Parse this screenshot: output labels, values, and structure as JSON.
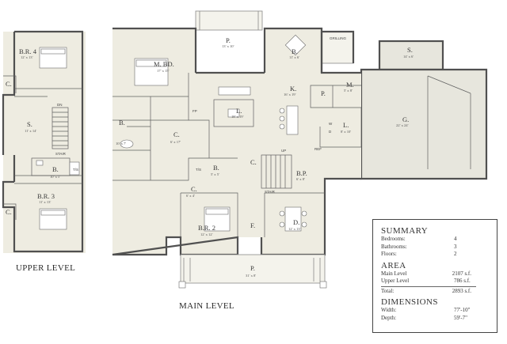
{
  "upper_level": {
    "title": "UPPER LEVEL",
    "rooms": [
      {
        "code": "B.R. 4",
        "size": "12' x 13'"
      },
      {
        "code": "C."
      },
      {
        "code": "S.",
        "size": "11' x 14'"
      },
      {
        "code": "B.",
        "size": "10' x 5'"
      },
      {
        "code": "B.R. 3",
        "size": "11' x 13'"
      },
      {
        "code": "C."
      }
    ],
    "labels": {
      "stair": "STAIR",
      "dn": "DN",
      "ts": "T/S"
    }
  },
  "main_level": {
    "title": "MAIN LEVEL",
    "rooms": [
      {
        "code": "P.",
        "size": "13' x 10'"
      },
      {
        "code": "M. BD.",
        "size": "17' x 15'"
      },
      {
        "code": "B.",
        "size": "11' x 6'"
      },
      {
        "code": "S.",
        "size": "14' x 6'"
      },
      {
        "code": "K.",
        "size": "16' x 19'"
      },
      {
        "code": "L.",
        "size": "18' x 19'"
      },
      {
        "code": "P."
      },
      {
        "code": "M.",
        "size": "5' x 8'"
      },
      {
        "code": "G.",
        "size": "22' x 24'"
      },
      {
        "code": "B.",
        "size": "10' x 7'"
      },
      {
        "code": "C.",
        "size": "6' x 17'"
      },
      {
        "code": "L.",
        "size": "8' x 10'"
      },
      {
        "code": "B.",
        "size": "5' x 5'"
      },
      {
        "code": "C."
      },
      {
        "code": "B.P.",
        "size": "6' x 8'"
      },
      {
        "code": "C.",
        "size": "6' x 4'"
      },
      {
        "code": "B.R. 2",
        "size": "12' x 12'"
      },
      {
        "code": "F."
      },
      {
        "code": "D.",
        "size": "12' x 13'"
      },
      {
        "code": "P.",
        "size": "31' x 8'"
      }
    ],
    "labels": {
      "grilling": "GRILLING",
      "up": "UP",
      "stair": "STAIR",
      "ts": "T/S",
      "fp": "FP",
      "ref": "REF",
      "w": "W",
      "d": "D"
    }
  },
  "summary": {
    "title": "SUMMARY",
    "rows": [
      {
        "label": "Bedrooms:",
        "value": "4"
      },
      {
        "label": "Bathrooms:",
        "value": "3"
      },
      {
        "label": "Floors:",
        "value": "2"
      }
    ],
    "area_title": "AREA",
    "area_rows": [
      {
        "label": "Main Level",
        "value": "2107 s.f."
      },
      {
        "label": "Upper Level",
        "value": "786 s.f."
      }
    ],
    "total": {
      "label": "Total:",
      "value": "2893 s.f."
    },
    "dimensions_title": "DIMENSIONS",
    "dimension_rows": [
      {
        "label": "Width:",
        "value": "77'-10\""
      },
      {
        "label": "Depth:",
        "value": "59'-7\""
      }
    ]
  }
}
